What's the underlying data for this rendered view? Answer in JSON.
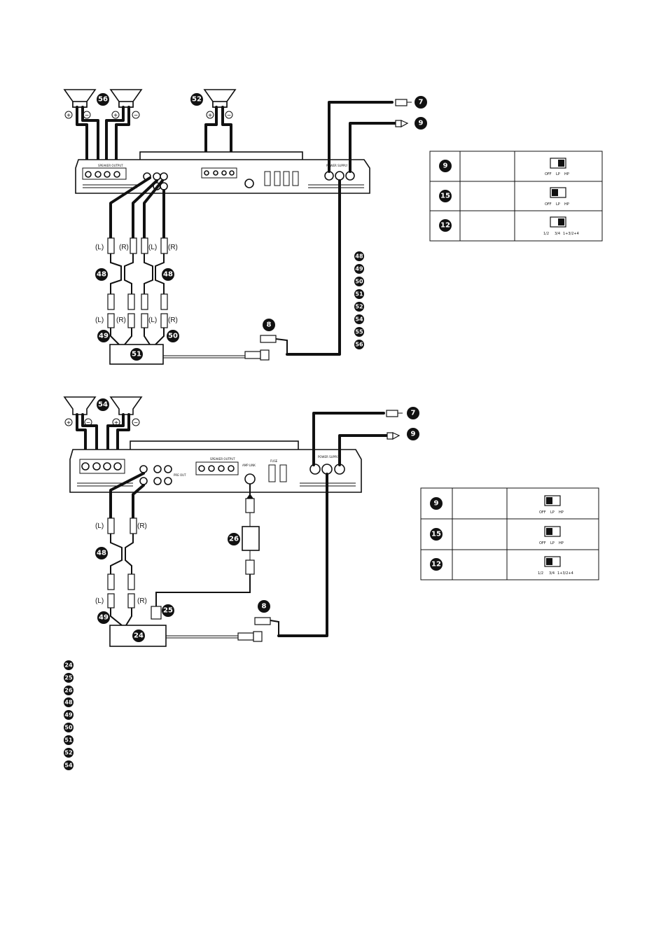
{
  "diagram1": {
    "speaker_left_badge": "56",
    "speaker_right_badge": "52",
    "polarity": {
      "plus": "+",
      "minus": "−"
    },
    "rca_labels": {
      "left": "(L)",
      "right": "(R)"
    },
    "cable_badges": {
      "rca_cable": "48",
      "source_left": "49",
      "source_right": "50"
    },
    "source_box_badge": "51",
    "power_badges": {
      "battery": "7",
      "ground": "9",
      "fuse": "8"
    },
    "legend_badges": [
      "48",
      "49",
      "50",
      "51",
      "52",
      "54",
      "55",
      "56"
    ],
    "switch_table": [
      {
        "badge": "9",
        "labels": [
          "OFF",
          "LP",
          "HP"
        ]
      },
      {
        "badge": "15",
        "labels": [
          "OFF",
          "LP",
          "HP"
        ]
      },
      {
        "badge": "12",
        "labels": [
          "1/2",
          "3/4",
          "1+3/2+4"
        ]
      }
    ]
  },
  "diagram2": {
    "speaker_badge": "54",
    "polarity": {
      "plus": "+",
      "minus": "−"
    },
    "rca_labels": {
      "left": "(L)",
      "right": "(R)"
    },
    "cable_badges": {
      "rca_cable": "48",
      "source": "49"
    },
    "source_box_badge": "24",
    "remote_badges": {
      "plug": "25",
      "adapter": "26"
    },
    "power_badges": {
      "battery": "7",
      "ground": "9",
      "fuse": "8"
    },
    "switch_table": [
      {
        "badge": "9",
        "labels": [
          "OFF",
          "LP",
          "HP"
        ]
      },
      {
        "badge": "15",
        "labels": [
          "OFF",
          "LP",
          "HP"
        ]
      },
      {
        "badge": "12",
        "labels": [
          "1/2",
          "3/4",
          "1+3/2+4"
        ]
      }
    ]
  },
  "bottom_legend": [
    "24",
    "25",
    "26",
    "48",
    "49",
    "50",
    "51",
    "52",
    "54"
  ],
  "amp_panel_text": {
    "speaker_output": "SPEAKER OUTPUT",
    "power_supply": "POWER SUPPLY",
    "fuse": "FUSE",
    "pre_out": "PRE OUT",
    "amp_link": "AMP LINK"
  }
}
